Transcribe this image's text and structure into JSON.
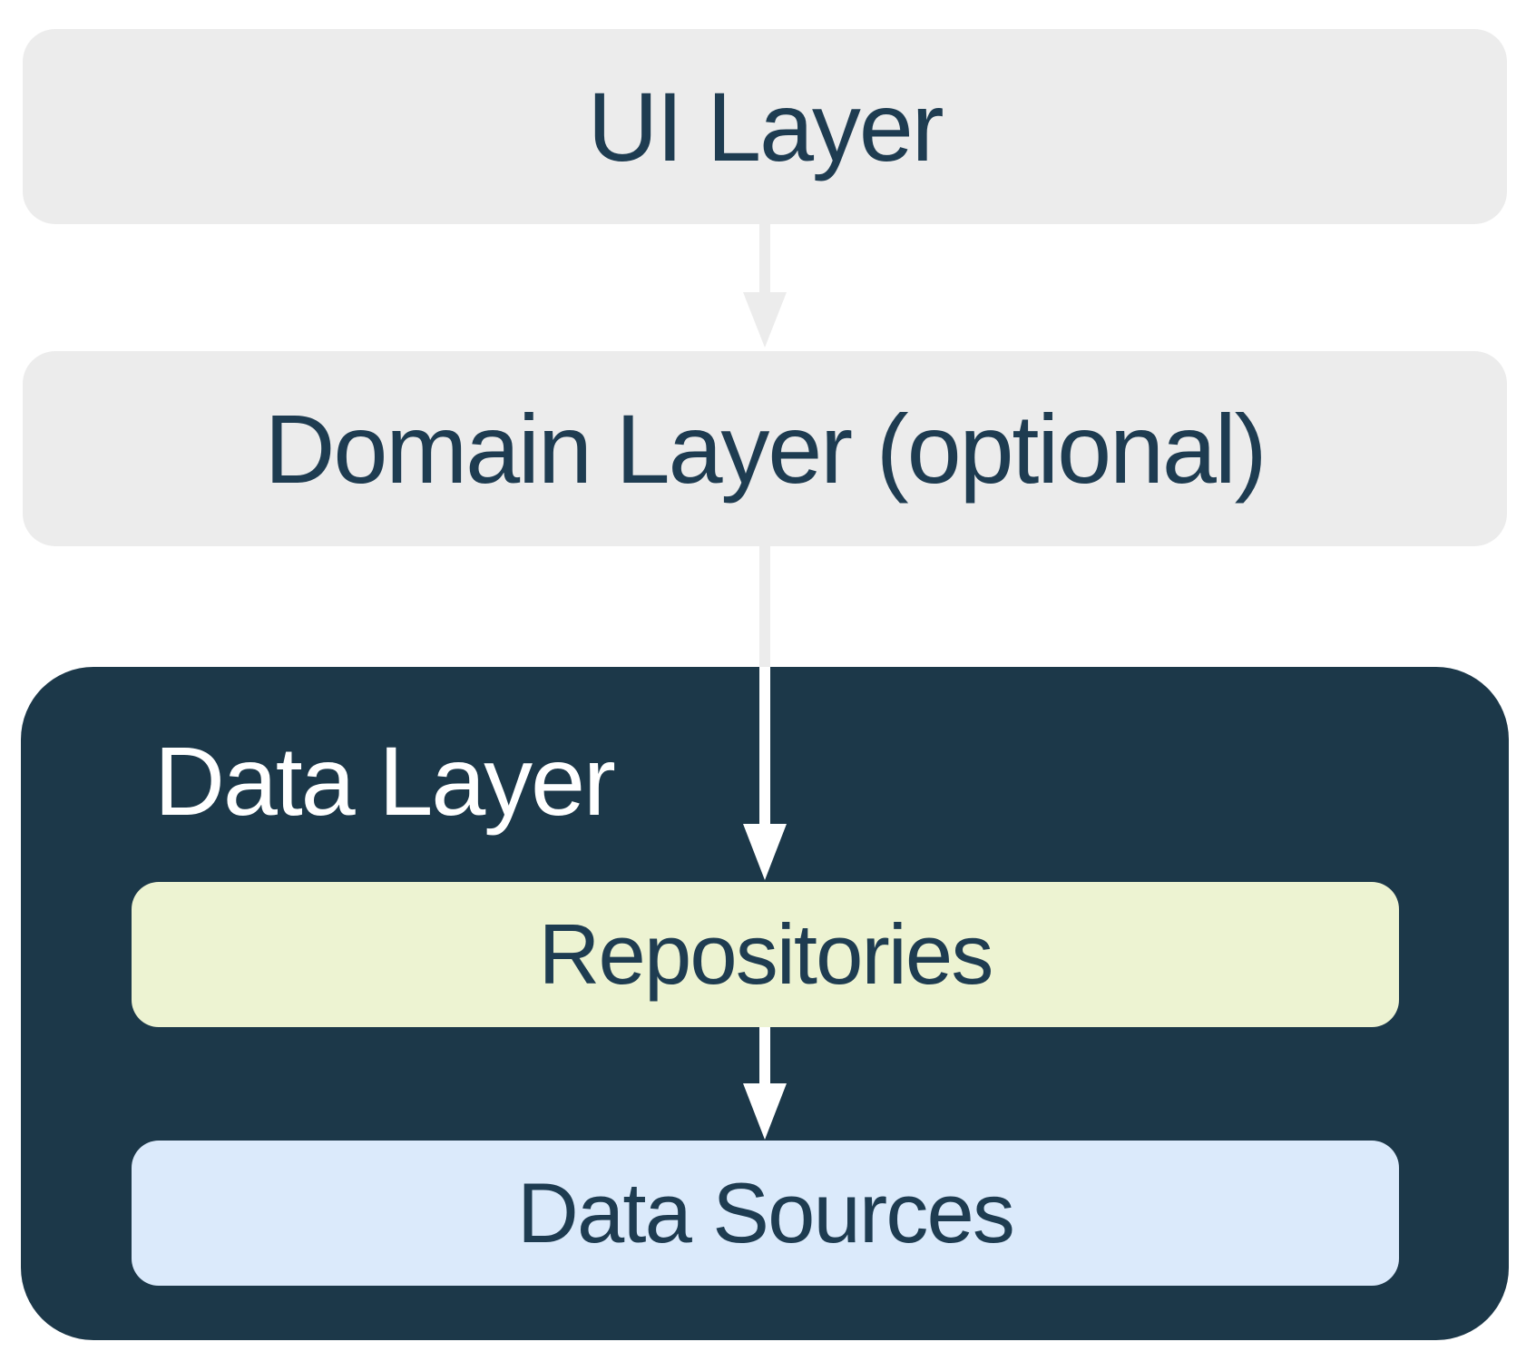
{
  "layers": {
    "ui": {
      "label": "UI Layer"
    },
    "domain": {
      "label": "Domain Layer (optional)"
    },
    "data": {
      "label": "Data Layer",
      "repositories": {
        "label": "Repositories"
      },
      "data_sources": {
        "label": "Data Sources"
      }
    }
  },
  "arrows": [
    {
      "name": "ui-to-domain",
      "direction": "down",
      "color": "#ececec"
    },
    {
      "name": "domain-to-repositories",
      "direction": "down",
      "color": "#ececec/#ffffff"
    },
    {
      "name": "repositories-to-data-sources",
      "direction": "down",
      "color": "#ffffff"
    }
  ],
  "colors": {
    "background": "#ffffff",
    "layer_box_gray": "#ececec",
    "arrow_gray": "#ececec",
    "data_layer_navy": "#1c3849",
    "text_navy": "#1e3c51",
    "text_white": "#ffffff",
    "repositories_fill": "#edf3d2",
    "data_sources_fill": "#dbeafb",
    "arrow_white": "#ffffff"
  }
}
